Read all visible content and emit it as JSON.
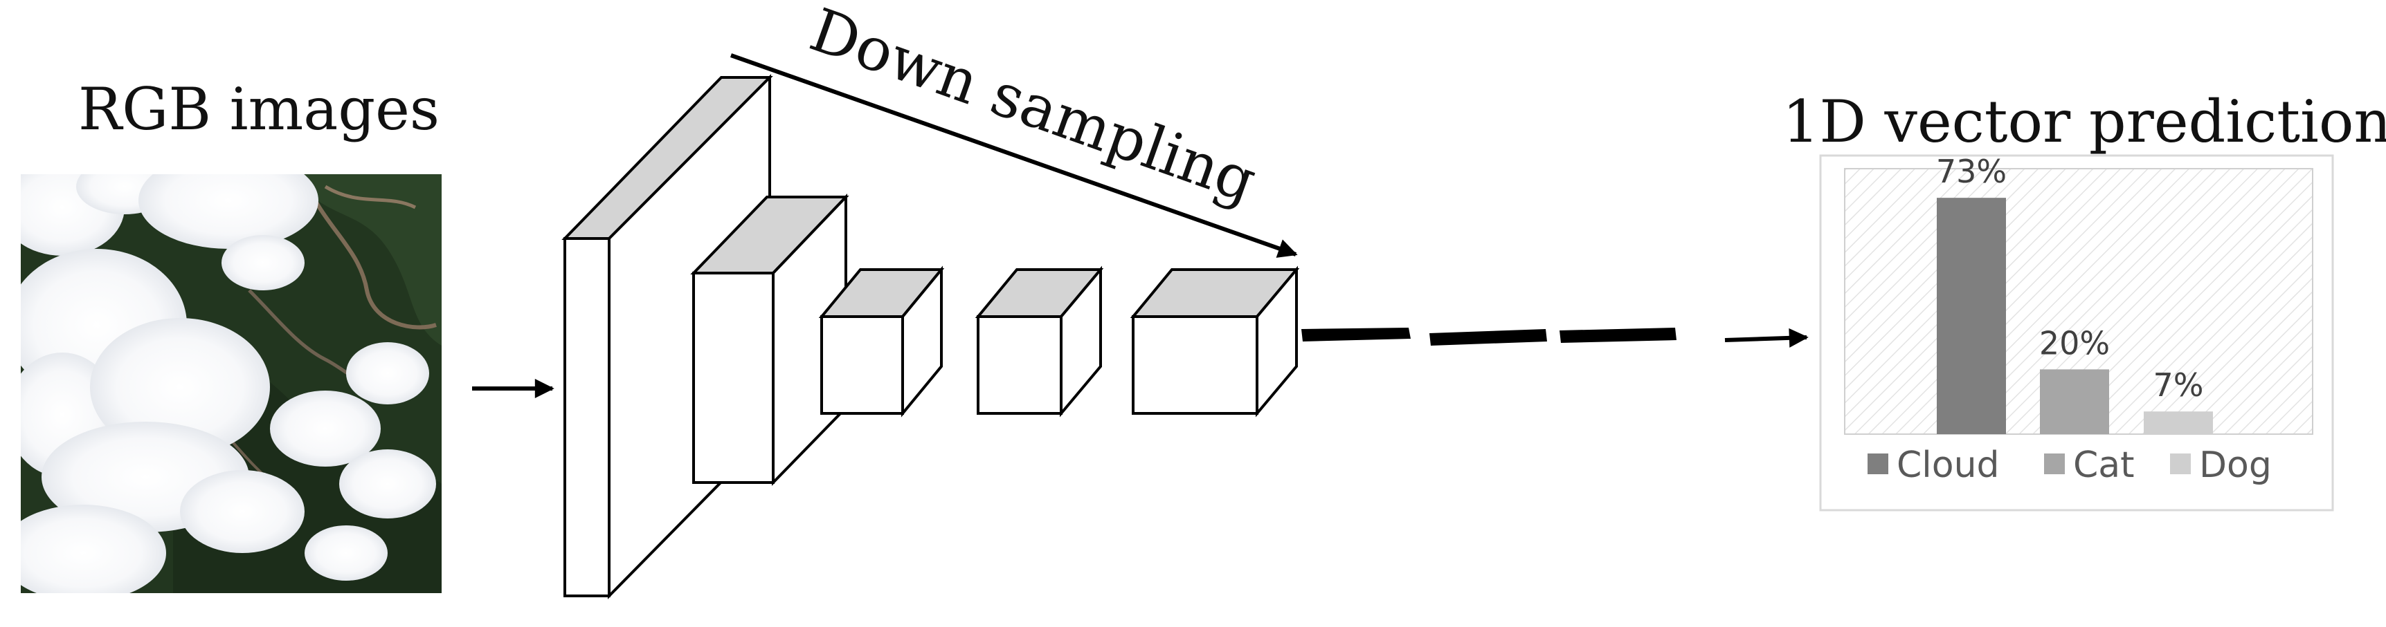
{
  "input": {
    "label": "RGB images"
  },
  "network": {
    "label": "Down sampling"
  },
  "output": {
    "label": "1D vector prediction"
  },
  "chart_data": {
    "type": "bar",
    "categories": [
      "Cloud",
      "Cat",
      "Dog"
    ],
    "values": [
      73,
      20,
      7
    ],
    "value_labels": [
      "73%",
      "20%",
      "7%"
    ],
    "colors": [
      "#7f7f7f",
      "#a6a6a6",
      "#cfcfcf"
    ],
    "ylim": [
      0,
      82
    ],
    "legend": "bottom",
    "grid": false
  }
}
